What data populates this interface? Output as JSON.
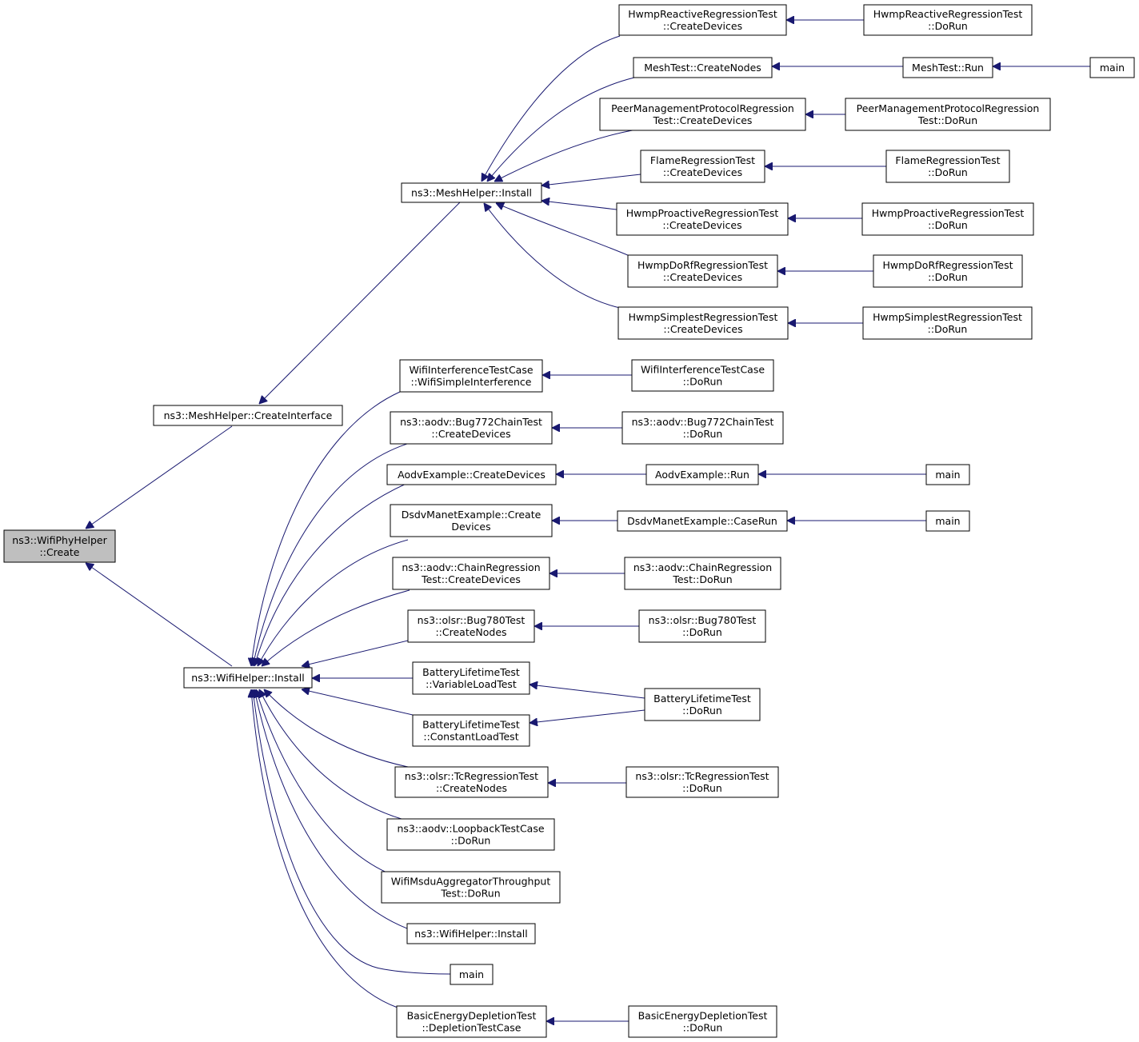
{
  "colors": {
    "edge": "#191970",
    "root_fill": "#bfbfbf",
    "node_fill": "#ffffff",
    "node_border": "#000000"
  },
  "nodes": {
    "n_root": [
      "ns3::WifiPhyHelper",
      "::Create"
    ],
    "n_mesh_ci": [
      "ns3::MeshHelper::CreateInterface"
    ],
    "n_wifi_inst": [
      "ns3::WifiHelper::Install"
    ],
    "n_mesh_inst": [
      "ns3::MeshHelper::Install"
    ],
    "n_hwmpreact_cd": [
      "HwmpReactiveRegressionTest",
      "::CreateDevices"
    ],
    "n_meshtest_cn": [
      "MeshTest::CreateNodes"
    ],
    "n_peer_cd": [
      "PeerManagementProtocolRegression",
      "Test::CreateDevices"
    ],
    "n_flame_cd": [
      "FlameRegressionTest",
      "::CreateDevices"
    ],
    "n_hwmppro_cd": [
      "HwmpProactiveRegressionTest",
      "::CreateDevices"
    ],
    "n_hwmpdorf_cd": [
      "HwmpDoRfRegressionTest",
      "::CreateDevices"
    ],
    "n_hwmpsimp_cd": [
      "HwmpSimplestRegressionTest",
      "::CreateDevices"
    ],
    "n_hwmpreact_dr": [
      "HwmpReactiveRegressionTest",
      "::DoRun"
    ],
    "n_meshtest_run": [
      "MeshTest::Run"
    ],
    "n_main_mesh": [
      "main"
    ],
    "n_peer_dr": [
      "PeerManagementProtocolRegression",
      "Test::DoRun"
    ],
    "n_flame_dr": [
      "FlameRegressionTest",
      "::DoRun"
    ],
    "n_hwmppro_dr": [
      "HwmpProactiveRegressionTest",
      "::DoRun"
    ],
    "n_hwmpdorf_dr": [
      "HwmpDoRfRegressionTest",
      "::DoRun"
    ],
    "n_hwmpsimp_dr": [
      "HwmpSimplestRegressionTest",
      "::DoRun"
    ],
    "n_wifiint_wsi": [
      "WifiInterferenceTestCase",
      "::WifiSimpleInterference"
    ],
    "n_bug772_cd": [
      "ns3::aodv::Bug772ChainTest",
      "::CreateDevices"
    ],
    "n_aodvex_cd": [
      "AodvExample::CreateDevices"
    ],
    "n_dsdv_cd": [
      "DsdvManetExample::Create",
      "Devices"
    ],
    "n_chainreg_cd": [
      "ns3::aodv::ChainRegression",
      "Test::CreateDevices"
    ],
    "n_bug780_cn": [
      "ns3::olsr::Bug780Test",
      "::CreateNodes"
    ],
    "n_battery_vlt": [
      "BatteryLifetimeTest",
      "::VariableLoadTest"
    ],
    "n_battery_clt": [
      "BatteryLifetimeTest",
      "::ConstantLoadTest"
    ],
    "n_tcreg_cn": [
      "ns3::olsr::TcRegressionTest",
      "::CreateNodes"
    ],
    "n_loopback_dr": [
      "ns3::aodv::LoopbackTestCase",
      "::DoRun"
    ],
    "n_msdu_dr": [
      "WifiMsduAggregatorThroughput",
      "Test::DoRun"
    ],
    "n_wifi_inst2": [
      "ns3::WifiHelper::Install"
    ],
    "n_main_w": [
      "main"
    ],
    "n_energy_dtc": [
      "BasicEnergyDepletionTest",
      "::DepletionTestCase"
    ],
    "n_wifiint_dr": [
      "WifiInterferenceTestCase",
      "::DoRun"
    ],
    "n_bug772_dr": [
      "ns3::aodv::Bug772ChainTest",
      "::DoRun"
    ],
    "n_aodvex_run": [
      "AodvExample::Run"
    ],
    "n_main_aodv": [
      "main"
    ],
    "n_dsdv_cr": [
      "DsdvManetExample::CaseRun"
    ],
    "n_main_dsdv": [
      "main"
    ],
    "n_chainreg_dr": [
      "ns3::aodv::ChainRegression",
      "Test::DoRun"
    ],
    "n_bug780_dr": [
      "ns3::olsr::Bug780Test",
      "::DoRun"
    ],
    "n_battery_dr": [
      "BatteryLifetimeTest",
      "::DoRun"
    ],
    "n_tcreg_dr": [
      "ns3::olsr::TcRegressionTest",
      "::DoRun"
    ],
    "n_energy_dr": [
      "BasicEnergyDepletionTest",
      "::DoRun"
    ]
  }
}
